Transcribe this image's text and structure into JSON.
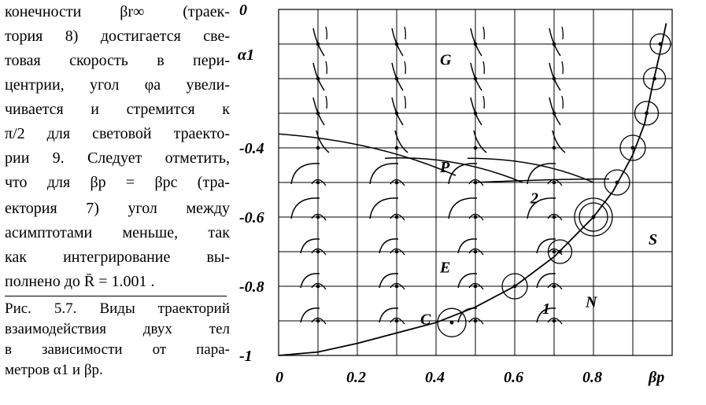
{
  "text": {
    "lines": [
      "конечности βr∞ (траек-",
      "тория 8) достигается све-",
      "товая скорость в пери-",
      "центрии, угол φa увели-",
      "чивается и стремится к",
      "π/2 для световой траекто-",
      "рии 9. Следует отметить,",
      "что для βp = βpc (тра-",
      "ектория 7) угол между",
      "асимптотами меньше, так",
      "как интегрирование вы-",
      "полнено до R̄ = 1.001 ."
    ],
    "caption": [
      "Рис. 5.7. Виды траекторий",
      "взаимодействия двух тел",
      "в зависимости от пара-",
      "метров α1 и βp."
    ]
  },
  "chart_data": {
    "type": "diagram",
    "x_axis_label": "βp",
    "y_axis_label": "α1",
    "x_ticks": [
      "0",
      "0.2",
      "0.4",
      "0.6",
      "0.8"
    ],
    "y_ticks": [
      "0",
      "-0.4",
      "-0.6",
      "-0.8",
      "-1"
    ],
    "xlim": [
      0,
      1
    ],
    "ylim": [
      -1,
      0
    ],
    "region_labels": [
      "G",
      "P",
      "2",
      "E",
      "1",
      "N",
      "S",
      "C"
    ],
    "boundary_curve": [
      [
        0,
        -1.0
      ],
      [
        0.1,
        -0.99
      ],
      [
        0.2,
        -0.965
      ],
      [
        0.3,
        -0.935
      ],
      [
        0.4,
        -0.905
      ],
      [
        0.5,
        -0.86
      ],
      [
        0.6,
        -0.8
      ],
      [
        0.7,
        -0.715
      ],
      [
        0.8,
        -0.6
      ],
      [
        0.85,
        -0.525
      ],
      [
        0.9,
        -0.42
      ],
      [
        0.93,
        -0.33
      ],
      [
        0.95,
        -0.22
      ],
      [
        0.97,
        -0.12
      ],
      [
        0.985,
        -0.04
      ]
    ],
    "curve_points": [
      [
        0.44,
        -0.905
      ],
      [
        0.6,
        -0.8
      ],
      [
        0.715,
        -0.7
      ],
      [
        0.8,
        -0.6
      ],
      [
        0.86,
        -0.5
      ],
      [
        0.9,
        -0.4
      ],
      [
        0.935,
        -0.3
      ],
      [
        0.955,
        -0.2
      ],
      [
        0.97,
        -0.1
      ]
    ],
    "grid_nodes_x": [
      0.1,
      0.3,
      0.5,
      0.7
    ],
    "grid_nodes_y": [
      -0.9,
      -0.8,
      -0.7,
      -0.6,
      -0.5,
      -0.4,
      -0.3,
      -0.2,
      -0.1
    ]
  }
}
